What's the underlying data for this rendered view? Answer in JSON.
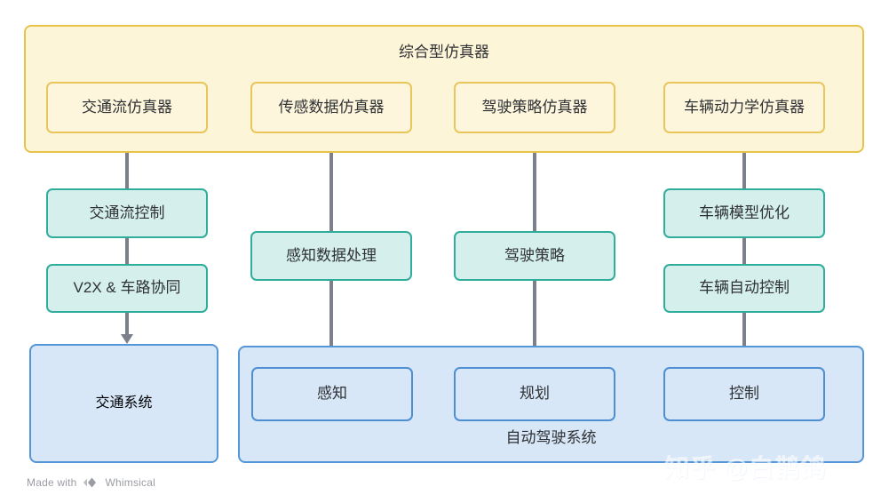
{
  "diagram": {
    "simulator_group": {
      "title": "综合型仿真器",
      "boxes": [
        {
          "label": "交通流仿真器"
        },
        {
          "label": "传感数据仿真器"
        },
        {
          "label": "驾驶策略仿真器"
        },
        {
          "label": "车辆动力学仿真器"
        }
      ]
    },
    "middle_nodes": [
      {
        "label": "交通流控制"
      },
      {
        "label": "V2X & 车路协同"
      },
      {
        "label": "感知数据处理"
      },
      {
        "label": "驾驶策略"
      },
      {
        "label": "车辆模型优化"
      },
      {
        "label": "车辆自动控制"
      }
    ],
    "traffic_system": {
      "label": "交通系统"
    },
    "ads_group": {
      "title": "自动驾驶系统",
      "boxes": [
        {
          "label": "感知"
        },
        {
          "label": "规划"
        },
        {
          "label": "控制"
        }
      ]
    }
  },
  "watermarks": {
    "whimsical_prefix": "Made with",
    "whimsical_name": "Whimsical",
    "zhihu": "知乎 @白鹊鸽"
  },
  "colors": {
    "yellow_fill": "#fdf5d8",
    "yellow_border": "#e8c34a",
    "green_fill": "#d5f0ec",
    "green_border": "#31ae9b",
    "blue_fill": "#d7e7f7",
    "blue_border": "#5596d8",
    "connector": "#7b808a",
    "text": "#2f3135"
  }
}
